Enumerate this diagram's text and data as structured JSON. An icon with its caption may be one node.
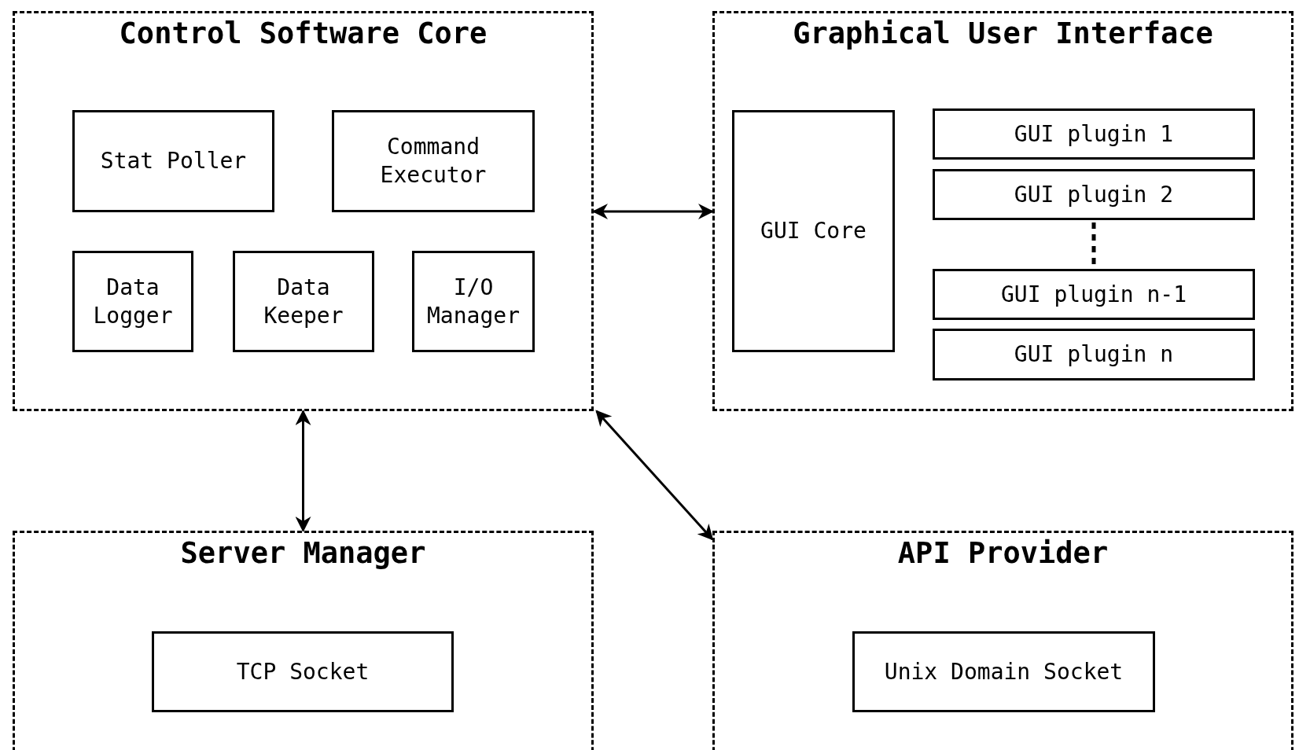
{
  "diagram": {
    "nodes": [
      {
        "text": [
          "Control Software Core"
        ]
      },
      {
        "text": [
          "Stat Poller"
        ],
        "in": 0
      },
      {
        "text": [
          "Command Executor"
        ],
        "in": 0
      },
      {
        "text": [
          "Data Logger"
        ],
        "in": 0
      },
      {
        "text": [
          "Data Keeper"
        ],
        "in": 0
      },
      {
        "text": [
          "I/O Manager"
        ],
        "in": 0
      },
      {
        "text": [
          "Graphical User Interface"
        ]
      },
      {
        "text": [
          "GUI Core"
        ],
        "in": 6
      },
      {
        "text": [
          "GUI plugin 1"
        ],
        "in": 6
      },
      {
        "text": [
          "GUI plugin 2"
        ],
        "in": 6
      },
      {
        "text": [
          "GUI plugin n-1"
        ],
        "in": 6
      },
      {
        "text": [
          "GUI plugin n"
        ],
        "in": 6
      },
      {
        "text": [
          "Server Manager"
        ]
      },
      {
        "text": [
          "TCP Socket"
        ],
        "in": 12
      },
      {
        "text": [
          "API Provider"
        ]
      },
      {
        "text": [
          "Unix Domain Socket"
        ],
        "in": 14
      }
    ],
    "edges": [
      {
        "from": 0,
        "to": 6,
        "arrow": "both"
      },
      {
        "from": 0,
        "to": 12,
        "arrow": "both"
      },
      {
        "from": 0,
        "to": 14,
        "arrow": "both"
      }
    ]
  }
}
